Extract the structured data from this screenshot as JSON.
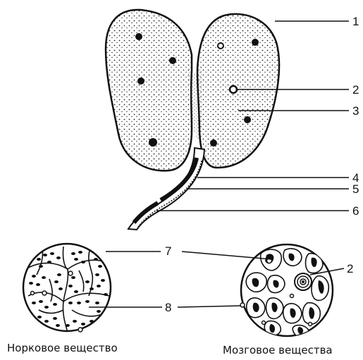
{
  "labels": {
    "n1": "1",
    "n2": "2",
    "n3": "3",
    "n4": "4",
    "n5": "5",
    "n6": "6",
    "n7": "7",
    "n8": "8",
    "n2b": "2"
  },
  "captions": {
    "left": "Норковое вещество",
    "right": "Мозговое вещества"
  }
}
